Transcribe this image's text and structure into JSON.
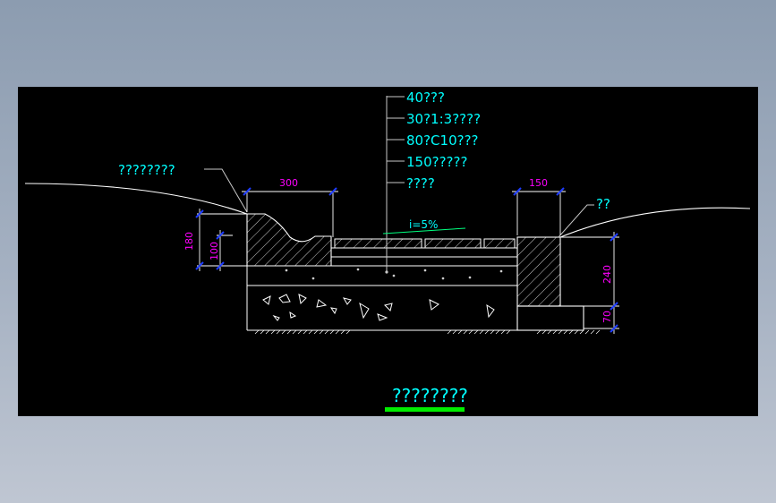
{
  "colors": {
    "background_outer": "#9aa8ba",
    "viewport_bg": "#000000",
    "linework": "#ffffff",
    "leader": "#c8c8c8",
    "text_cyan": "#00ffff",
    "dimension_magenta": "#ff00ff",
    "dimension_blue": "#1e3cff",
    "slope_line": "#00ff7f",
    "title_underline": "#00ee00"
  },
  "layer_callouts": [
    {
      "label": "40???"
    },
    {
      "label": "30?1:3????"
    },
    {
      "label": "80?C10???"
    },
    {
      "label": "150?????"
    },
    {
      "label": "????"
    }
  ],
  "left_callout": "????????",
  "right_callout": "??",
  "slope_label": "i=5%",
  "dimensions": {
    "top_left": "300",
    "top_right": "150",
    "left_outer": "180",
    "left_inner": "100",
    "right_upper": "240",
    "right_lower": "70"
  },
  "title": "????????"
}
